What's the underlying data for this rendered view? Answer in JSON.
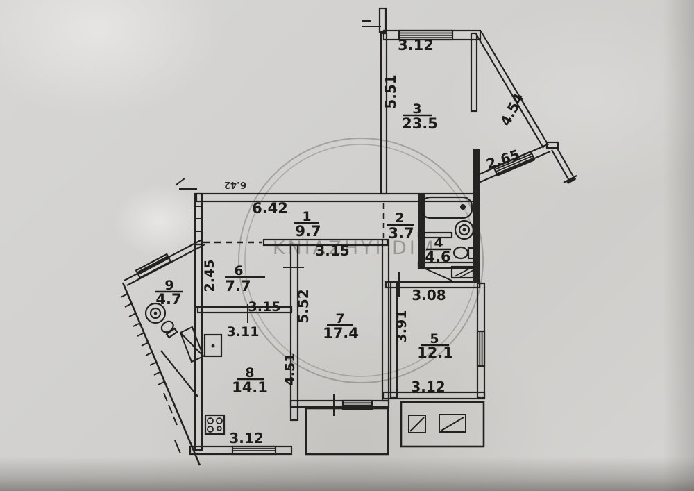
{
  "watermark": {
    "text": "KNIAZHYI DIM"
  },
  "rooms": [
    {
      "number": "1",
      "area": "9.7"
    },
    {
      "number": "2",
      "area": "3.7"
    },
    {
      "number": "3",
      "area": "23.5"
    },
    {
      "number": "4",
      "area": "4.6"
    },
    {
      "number": "5",
      "area": "12.1"
    },
    {
      "number": "6",
      "area": "7.7"
    },
    {
      "number": "7",
      "area": "17.4"
    },
    {
      "number": "8",
      "area": "14.1"
    },
    {
      "number": "9",
      "area": "4.7"
    }
  ],
  "dimensions": {
    "room3_top": "3.12",
    "room3_left": "5.51",
    "room3_diagonal": "4.54",
    "room3_diagonal_window": "2.65",
    "corridor_width": "6.42",
    "corridor_width_mirrored": "6.42",
    "room7_width": "3.15",
    "room7_height": "5.52",
    "room6_height": "2.45",
    "room6_width": "3.15",
    "room8_width": "3.11",
    "room8_height": "4.51",
    "room8_window": "3.12",
    "room5_width": "3.08",
    "room5_height": "3.91",
    "room5_window": "3.12"
  }
}
